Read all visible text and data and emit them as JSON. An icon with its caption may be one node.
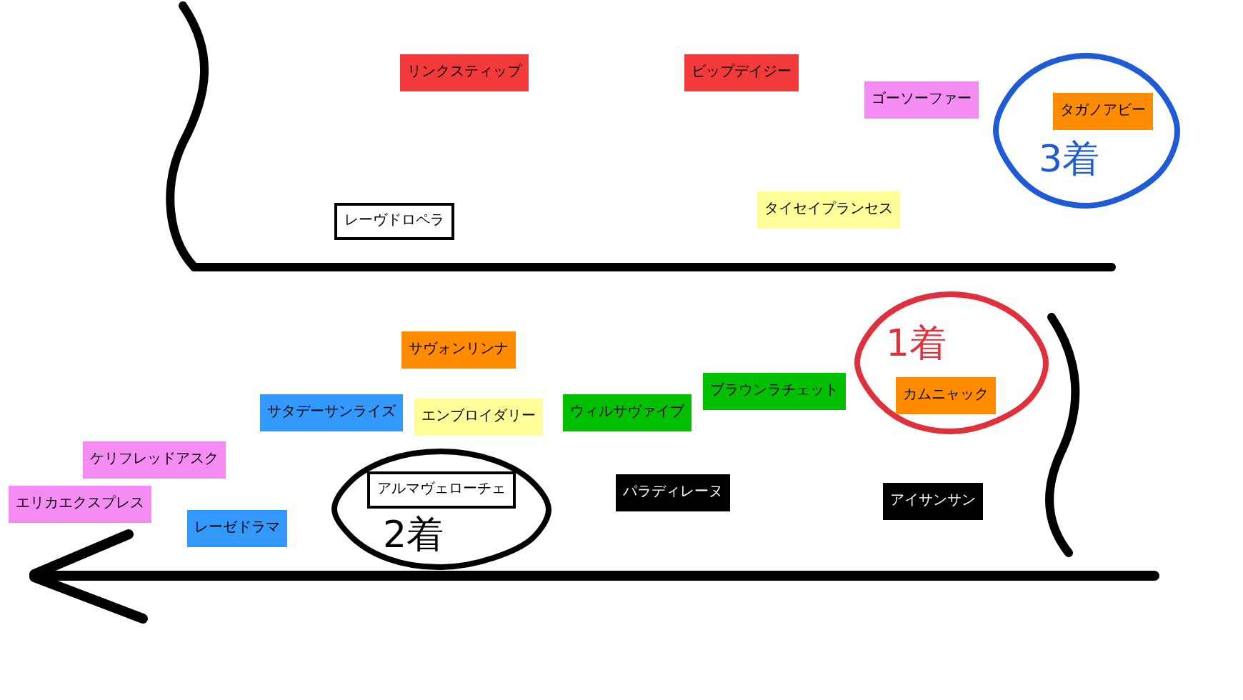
{
  "diagram": {
    "nodes": [
      {
        "text": [
          "リンクスティップ"
        ]
      },
      {
        "text": [
          "ビップデイジー"
        ]
      },
      {
        "text": [
          "ゴーソーファー"
        ]
      },
      {
        "text": [
          "3着"
        ]
      },
      {
        "text": [
          "タガノアビー"
        ],
        "in": 3
      },
      {
        "text": [
          "レーヴドロペラ"
        ]
      },
      {
        "text": [
          "タイセイプランセス"
        ]
      },
      {
        "text": [
          "1着"
        ]
      },
      {
        "text": [
          "カムニャック"
        ],
        "in": 7
      },
      {
        "text": [
          "サヴォンリンナ"
        ]
      },
      {
        "text": [
          "サタデーサンライズ"
        ]
      },
      {
        "text": [
          "エンブロイダリー"
        ]
      },
      {
        "text": [
          "ウィルサヴァイブ"
        ]
      },
      {
        "text": [
          "ブラウンラチェット"
        ]
      },
      {
        "text": [
          "ケリフレッドアスク"
        ]
      },
      {
        "text": [
          "2着"
        ]
      },
      {
        "text": [
          "アルマヴェローチェ"
        ],
        "in": 15
      },
      {
        "text": [
          "パラディレーヌ"
        ]
      },
      {
        "text": [
          "アイサンサン"
        ]
      },
      {
        "text": [
          "エリカエクスプレス"
        ]
      },
      {
        "text": [
          "レーゼドラマ"
        ]
      }
    ]
  }
}
